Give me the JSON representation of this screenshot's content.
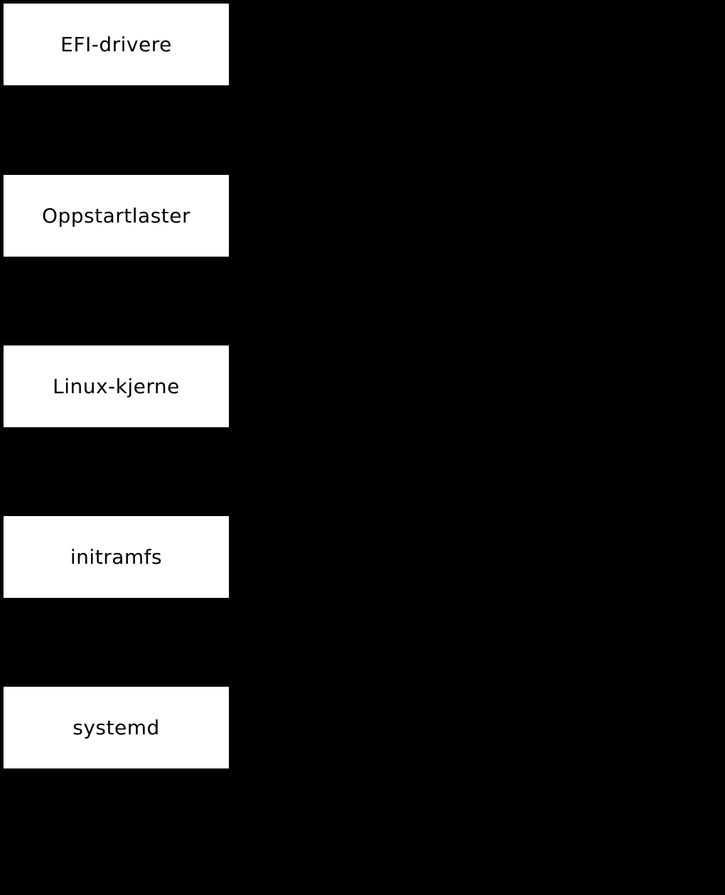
{
  "diagram": {
    "type": "flowchart-vertical",
    "background_color": "#000000",
    "node_fill_color": "#ffffff",
    "node_text_color": "#000000",
    "nodes": [
      {
        "id": "efi-drivere",
        "label": "EFI-drivere"
      },
      {
        "id": "oppstartlaster",
        "label": "Oppstartlaster"
      },
      {
        "id": "linux-kjerne",
        "label": "Linux-kjerne"
      },
      {
        "id": "initramfs",
        "label": "initramfs"
      },
      {
        "id": "systemd",
        "label": "systemd"
      }
    ]
  }
}
